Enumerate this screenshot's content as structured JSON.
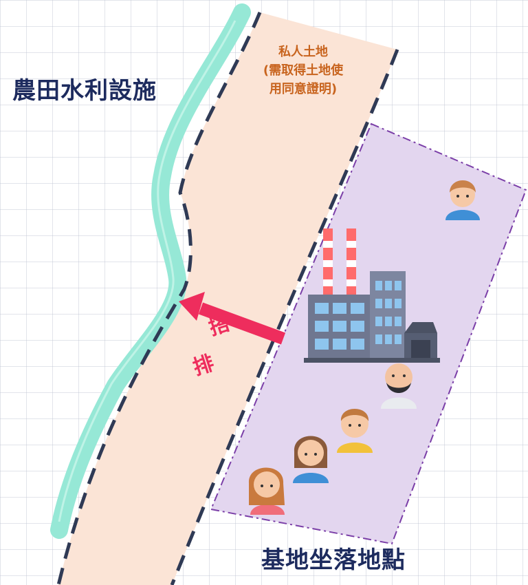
{
  "labels": {
    "irrigation": "農田水利設施",
    "private_land": [
      "私人土地",
      "(需取得土地使",
      "用同意證明)"
    ],
    "site_location": "基地坐落地點",
    "discharge": [
      "搭",
      "排"
    ]
  },
  "icons": [
    "factory-icon",
    "man-icon",
    "bald-bearded-man-icon",
    "young-man-icon",
    "woman-icon",
    "girl-icon",
    "arrow-left-icon"
  ],
  "colors": {
    "canal": "#96e8d6",
    "private_land": "#fbe4d6",
    "site_area": "#e3d6ef",
    "site_border": "#7b3fa8",
    "dashed_boundary": "#2f3a55",
    "arrow": "#ee2d5d",
    "title_text": "#1d2b5e",
    "private_text": "#c8641e"
  }
}
